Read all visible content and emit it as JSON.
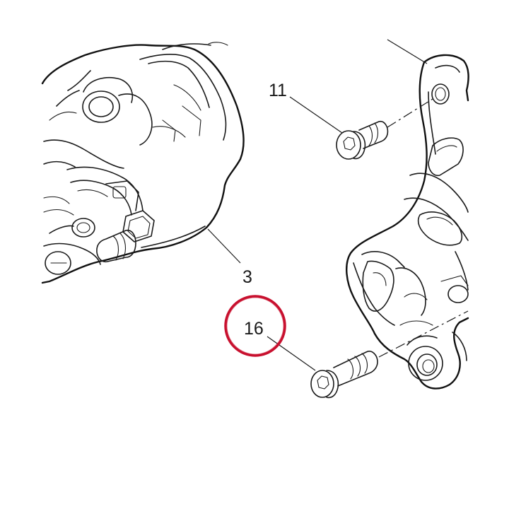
{
  "callouts": {
    "part_11": "11",
    "part_3": "3",
    "part_16": "16"
  },
  "highlight": {
    "target": "16",
    "color": "#c8102e"
  }
}
